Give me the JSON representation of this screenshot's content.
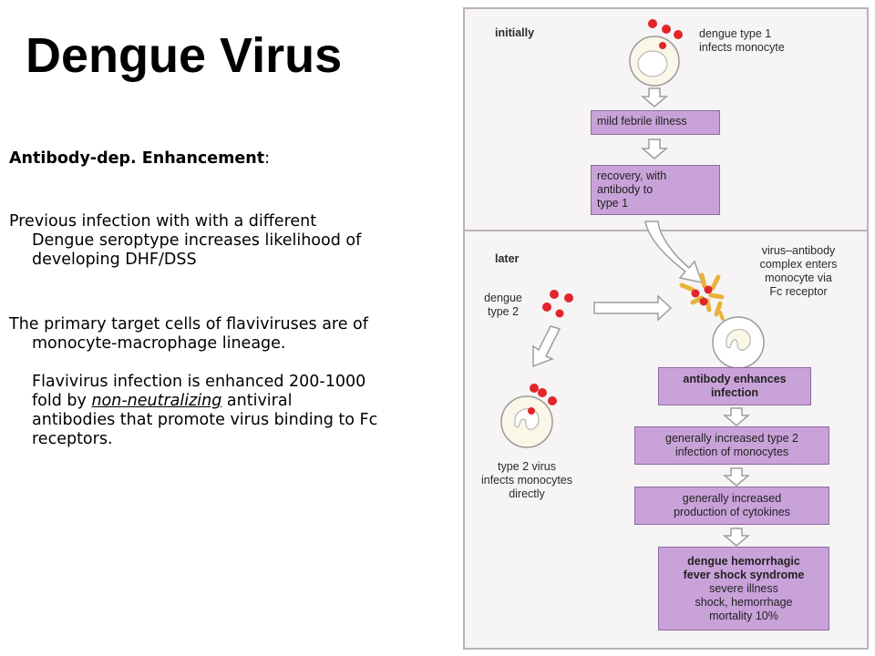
{
  "slide": {
    "title": "Dengue Virus",
    "ade_heading": "Antibody-dep.  Enhancement",
    "ade_colon": ":",
    "para1_line1": "Previous infection with with a different",
    "para1_line2": "Dengue seroptype increases likelihood of",
    "para1_line3": "developing DHF/DSS",
    "para2_line1": "The primary target cells of flaviviruses are of",
    "para2_line2": "monocyte-macrophage lineage.",
    "para3_line1": "Flavivirus infection is enhanced 200-1000",
    "para3_line2_pre": "fold by ",
    "para3_line2_em": "non-neutralizing",
    "para3_line2_post": " antiviral",
    "para3_line3": "antibodies that promote virus binding to Fc",
    "para3_line4": "receptors."
  },
  "figure": {
    "initially_label": "initially",
    "later_label": "later",
    "type1_line1": "dengue type 1",
    "type1_line2": "infects monocyte",
    "mild": "mild febrile illness",
    "recovery_line1": "recovery, with",
    "recovery_line2": "antibody to",
    "recovery_line3": "type 1",
    "complex_line1": "virus–antibody",
    "complex_line2": "complex enters",
    "complex_line3": "monocyte via",
    "complex_line4": "Fc receptor",
    "dengue2_line1": "dengue",
    "dengue2_line2": "type 2",
    "enhance_line1": "antibody enhances",
    "enhance_line2": "infection",
    "general1_line1": "generally increased type 2",
    "general1_line2": "infection of monocytes",
    "general2_line1": "generally increased",
    "general2_line2": "production of cytokines",
    "dhf_line1": "dengue hemorrhagic",
    "dhf_line2": "fever shock syndrome",
    "dhf_line3": "severe illness",
    "dhf_line4": "shock, hemorrhage",
    "dhf_line5": "mortality 10%",
    "type2_line1": "type 2 virus",
    "type2_line2": "infects monocytes",
    "type2_line3": "directly"
  },
  "colors": {
    "box_fill": "#c9a2d9",
    "virus": "#e0262b",
    "antibody": "#e8b33a"
  }
}
